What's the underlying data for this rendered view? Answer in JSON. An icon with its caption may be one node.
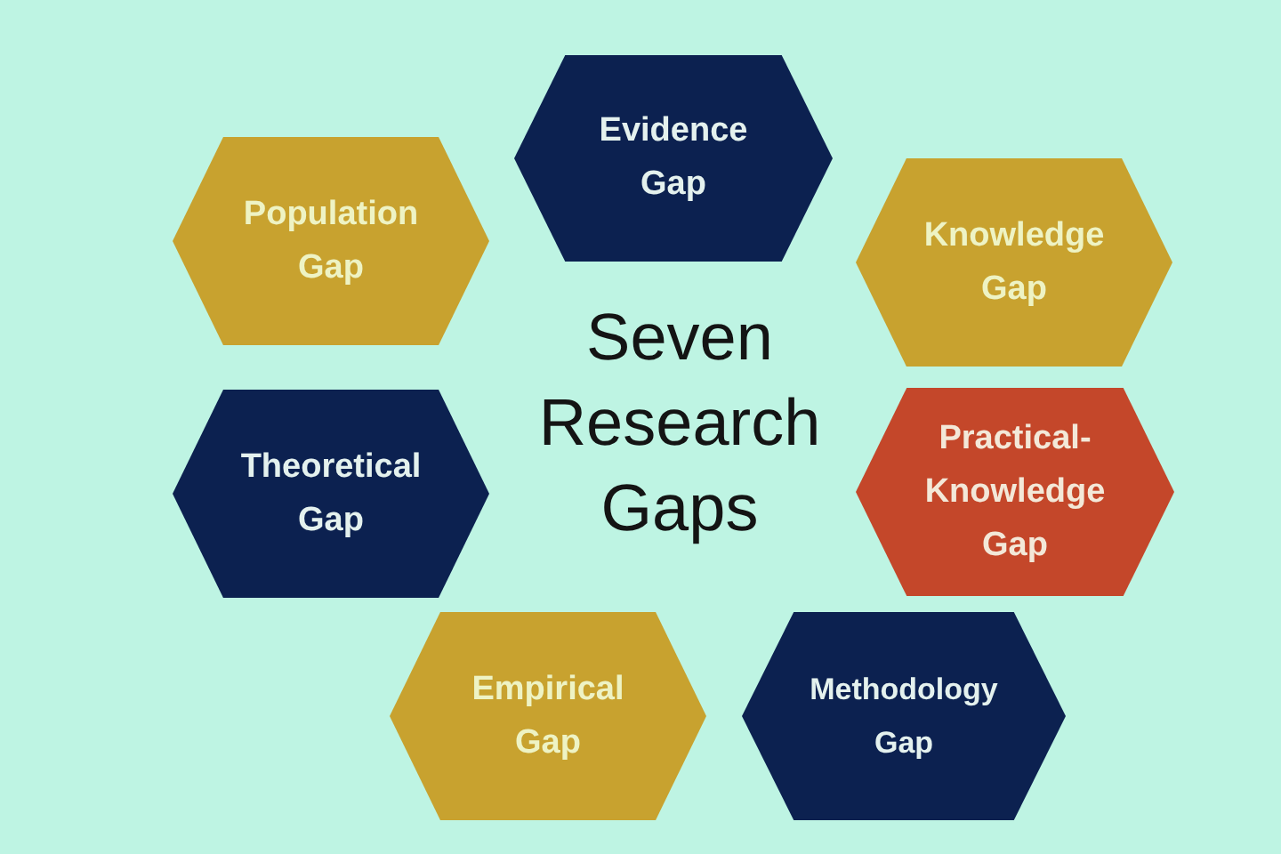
{
  "diagram": {
    "title": "Seven Research Gaps",
    "nodes": [
      {
        "text": [
          "Evidence Gap"
        ]
      },
      {
        "text": [
          "Population Gap"
        ]
      },
      {
        "text": [
          "Knowledge Gap"
        ]
      },
      {
        "text": [
          "Theoretical Gap"
        ]
      },
      {
        "text": [
          "Practical-Knowledge Gap"
        ]
      },
      {
        "text": [
          "Empirical Gap"
        ]
      },
      {
        "text": [
          "Methodology Gap"
        ]
      }
    ]
  }
}
